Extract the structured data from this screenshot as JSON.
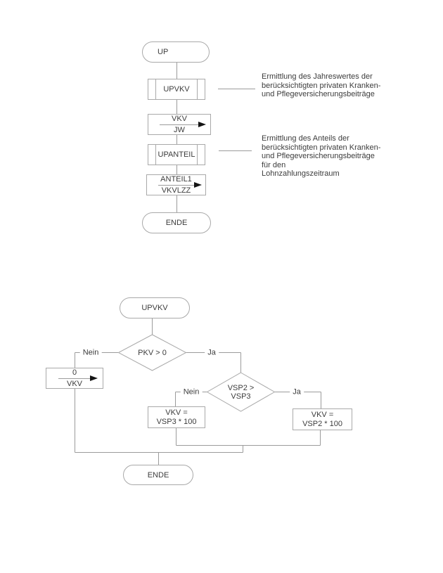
{
  "colors": {
    "border": "#a9a9a9",
    "line": "#9b9b9b",
    "text": "#3c3c3c",
    "arrow": "#141414",
    "bg": "#ffffff"
  },
  "top": {
    "start_label": "UP",
    "sub1_label": "UPVKV",
    "assign1": {
      "from": "VKV",
      "to": "JW"
    },
    "sub2_label": "UPANTEIL",
    "assign2": {
      "from": "ANTEIL1",
      "to": "VKVLZZ"
    },
    "end_label": "ENDE",
    "annotations": [
      {
        "text": "Ermittlung des Jahreswertes der\nberücksichtigten privaten Kranken-\nund Pflegeversicherungsbeiträge"
      },
      {
        "text": "Ermittlung des Anteils der\nberücksichtigten privaten Kranken-\nund Pflegeversicherungsbeiträge\nfür den\nLohnzahlungszeitraum"
      }
    ]
  },
  "bottom": {
    "start_label": "UPVKV",
    "decision1": {
      "text": "PKV > 0",
      "no_label": "Nein",
      "yes_label": "Ja"
    },
    "assign0": {
      "from": "0",
      "to": "VKV"
    },
    "decision2": {
      "text": "VSP2 >\nVSP3",
      "no_label": "Nein",
      "yes_label": "Ja"
    },
    "result_no": {
      "text": "VKV =\nVSP3 * 100"
    },
    "result_yes": {
      "text": "VKV =\nVSP2 * 100"
    },
    "end_label": "ENDE"
  }
}
